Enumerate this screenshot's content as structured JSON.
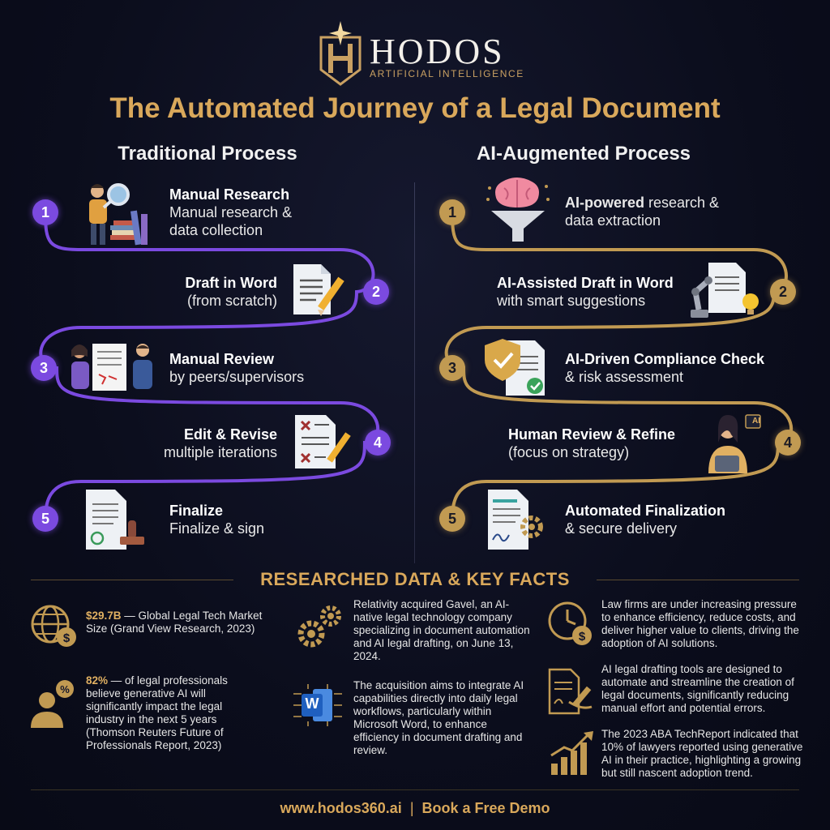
{
  "brand": {
    "name": "HODOS",
    "tagline": "ARTIFICIAL INTELLIGENCE"
  },
  "title": "The Automated Journey of a Legal Document",
  "traditional": {
    "heading": "Traditional Process",
    "steps": [
      {
        "num": "1",
        "title": "Manual Research",
        "desc": "Manual research &",
        "desc2": "data collection"
      },
      {
        "num": "2",
        "title": "Draft in Word",
        "desc": "(from scratch)"
      },
      {
        "num": "3",
        "title": "Manual Review",
        "desc": "by peers/supervisors"
      },
      {
        "num": "4",
        "title": "Edit & Revise",
        "desc": "multiple iterations"
      },
      {
        "num": "5",
        "title": "Finalize",
        "desc": "Finalize & sign"
      }
    ]
  },
  "ai": {
    "heading": "AI-Augmented Process",
    "steps": [
      {
        "num": "1",
        "title": "AI-powered",
        "title_rest": " research &",
        "desc": "data extraction"
      },
      {
        "num": "2",
        "title": "AI-Assisted Draft in Word",
        "desc": "with smart suggestions"
      },
      {
        "num": "3",
        "title": "AI-Driven Compliance Check",
        "desc": "& risk assessment"
      },
      {
        "num": "4",
        "title": "Human Review & Refine",
        "desc": "(focus on strategy)"
      },
      {
        "num": "5",
        "title": "Automated Finalization",
        "desc": "& secure delivery"
      }
    ],
    "ai_badge": "AI"
  },
  "facts": {
    "heading": "RESEARCHED DATA & KEY FACTS",
    "items": [
      {
        "highlight": "$29.7B",
        "text": " — Global Legal Tech Market Size (Grand View Research, 2023)"
      },
      {
        "highlight": "82%",
        "text": " — of legal professionals believe generative AI will significantly impact the legal industry in the next 5 years (Thomson Reuters Future of Professionals Report, 2023)"
      },
      {
        "text": "Relativity acquired Gavel, an AI-native legal technology company specializing in document automation and AI legal drafting, on June 13, 2024."
      },
      {
        "text": "The acquisition aims to integrate AI capabilities directly into daily legal workflows, particularly within Microsoft Word, to enhance efficiency in document drafting and review."
      },
      {
        "text": "Law firms are under increasing pressure to enhance efficiency, reduce costs, and deliver higher value to clients, driving the adoption of AI solutions."
      },
      {
        "text": "AI legal drafting tools are designed to automate and streamline the creation of legal documents, significantly reducing manual effort and potential errors."
      },
      {
        "text": "The 2023 ABA TechReport indicated that 10% of lawyers reported using generative AI in their practice, highlighting a growing but still nascent adoption trend."
      }
    ],
    "word_letter": "W"
  },
  "footer": {
    "website": "www.hodos360.ai",
    "separator": "|",
    "cta": "Book a Free Demo"
  },
  "colors": {
    "purple": "#7b4ae0",
    "gold": "#c19a52",
    "title_gold": "#d9a85b"
  }
}
